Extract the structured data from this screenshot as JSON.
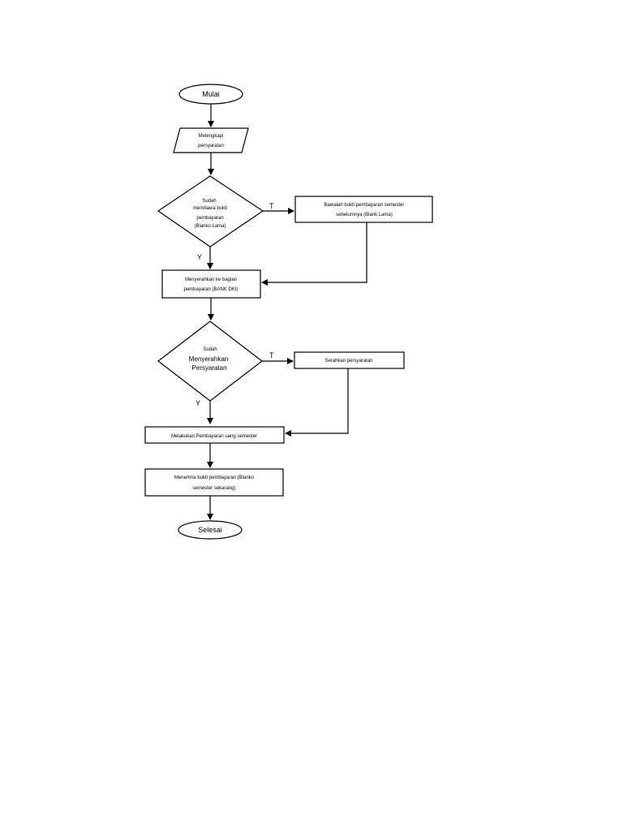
{
  "flowchart": {
    "start": "Mulai",
    "step_input": [
      "Melengkapi",
      "persyaratan"
    ],
    "decision_1": {
      "line1": "Sudah",
      "line2": "membawa bukti",
      "line3": "pembayaran",
      "line4": "(Blanko Lama)",
      "no_label": "T",
      "yes_label": "Y"
    },
    "branch_1": [
      "Bawalah bukti pembayaran  semester",
      "sebelumnya (Blank Lama)"
    ],
    "step_submit": [
      "Menyerahkan ke bagian",
      "pembayaran (BANK DKI)"
    ],
    "decision_2": {
      "line1": "Sudah",
      "line2": "Menyerahkan",
      "line3": "Persyaratan",
      "no_label": "T",
      "yes_label": "Y"
    },
    "branch_2": "Serahkan persyaratan",
    "step_pay": "Melakukan Pembayaran uang  semester",
    "step_receive": [
      "Menerima bukti  pembayaran (Blanko",
      "semester sekarang)"
    ],
    "end": "Selesai"
  }
}
